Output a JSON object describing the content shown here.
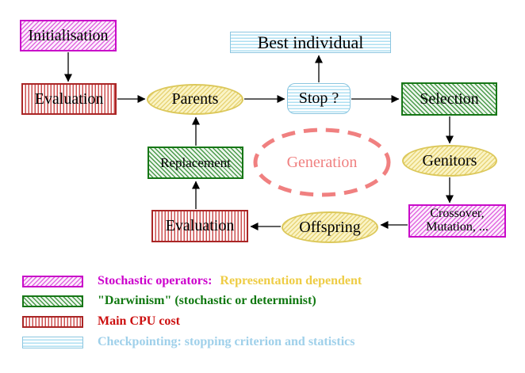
{
  "nodes": {
    "initialisation": {
      "label": "Initialisation"
    },
    "evaluation_top": {
      "label": "Evaluation"
    },
    "parents": {
      "label": "Parents"
    },
    "best_individual": {
      "label": "Best individual"
    },
    "stop": {
      "label": "Stop ?"
    },
    "selection": {
      "label": "Selection"
    },
    "replacement": {
      "label": "Replacement"
    },
    "generation": {
      "label": "Generation"
    },
    "genitors": {
      "label": "Genitors"
    },
    "evaluation_bottom": {
      "label": "Evaluation"
    },
    "offspring": {
      "label": "Offspring"
    },
    "crossover_mutation": {
      "line1": "Crossover,",
      "line2": "Mutation, ..."
    }
  },
  "edges": [
    {
      "from": "initialisation",
      "to": "evaluation_top"
    },
    {
      "from": "evaluation_top",
      "to": "parents"
    },
    {
      "from": "parents",
      "to": "stop"
    },
    {
      "from": "stop",
      "to": "best_individual"
    },
    {
      "from": "stop",
      "to": "selection"
    },
    {
      "from": "selection",
      "to": "genitors"
    },
    {
      "from": "genitors",
      "to": "crossover_mutation"
    },
    {
      "from": "crossover_mutation",
      "to": "offspring"
    },
    {
      "from": "offspring",
      "to": "evaluation_bottom"
    },
    {
      "from": "evaluation_bottom",
      "to": "replacement"
    },
    {
      "from": "replacement",
      "to": "parents"
    }
  ],
  "legend": {
    "rows": [
      {
        "name": "stochastic-operators",
        "parts": [
          {
            "text": "Stochastic operators:",
            "color": "#cc00cc"
          },
          {
            "text": "Representation dependent",
            "color": "#eecc44"
          }
        ]
      },
      {
        "name": "darwinism",
        "parts": [
          {
            "text": "\"Darwinism\" (stochastic or determinist)",
            "color": "#107810"
          }
        ]
      },
      {
        "name": "main-cpu-cost",
        "parts": [
          {
            "text": "Main CPU cost",
            "color": "#cc1010"
          }
        ]
      },
      {
        "name": "checkpointing",
        "parts": [
          {
            "text": "Checkpointing: stopping criterion and statistics",
            "color": "#9fd0ea"
          }
        ]
      }
    ]
  },
  "colors": {
    "stochastic_magenta_border": "#c90ac9",
    "darwinism_green_border": "#167616",
    "cpu_red_border": "#aa2626",
    "checkpoint_cyan_border": "#8cc6e0",
    "operator_yellow_border": "#dcc85a",
    "generation_salmon": "#f08080",
    "arrow_black": "#000000",
    "background": "#ffffff"
  }
}
